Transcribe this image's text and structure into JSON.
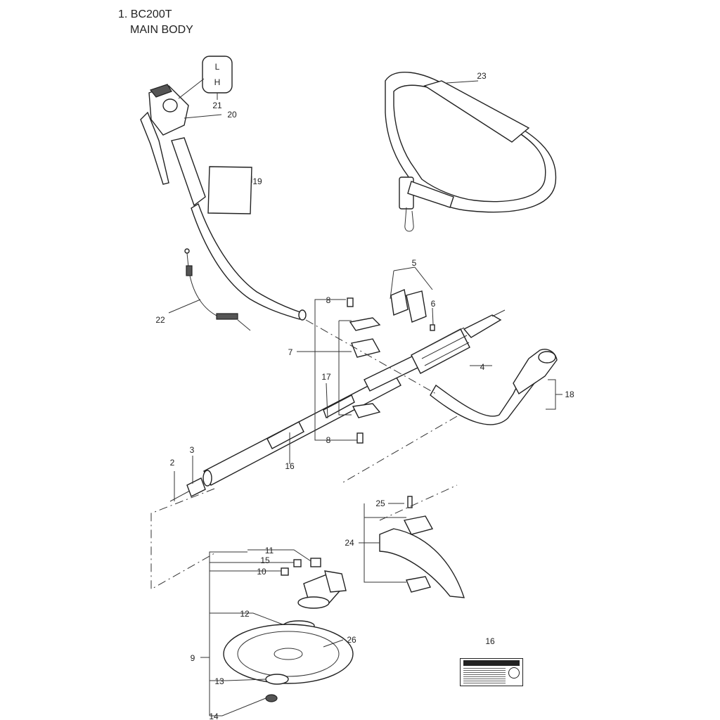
{
  "header": {
    "section": "1. BC200T",
    "subtitle": "MAIN BODY"
  },
  "throttle_indicator": {
    "top": "L",
    "bottom": "H"
  },
  "callouts": {
    "p2": "2",
    "p3": "3",
    "p4": "4",
    "p5": "5",
    "p6": "6",
    "p7": "7",
    "p8a": "8",
    "p8b": "8",
    "p9": "9",
    "p10": "10",
    "p11": "11",
    "p12": "12",
    "p13": "13",
    "p14": "14",
    "p15": "15",
    "p16a": "16",
    "p16b": "16",
    "p17": "17",
    "p18": "18",
    "p19": "19",
    "p20": "20",
    "p21": "21",
    "p22": "22",
    "p23": "23",
    "p24": "24",
    "p25": "25",
    "p26": "26"
  }
}
